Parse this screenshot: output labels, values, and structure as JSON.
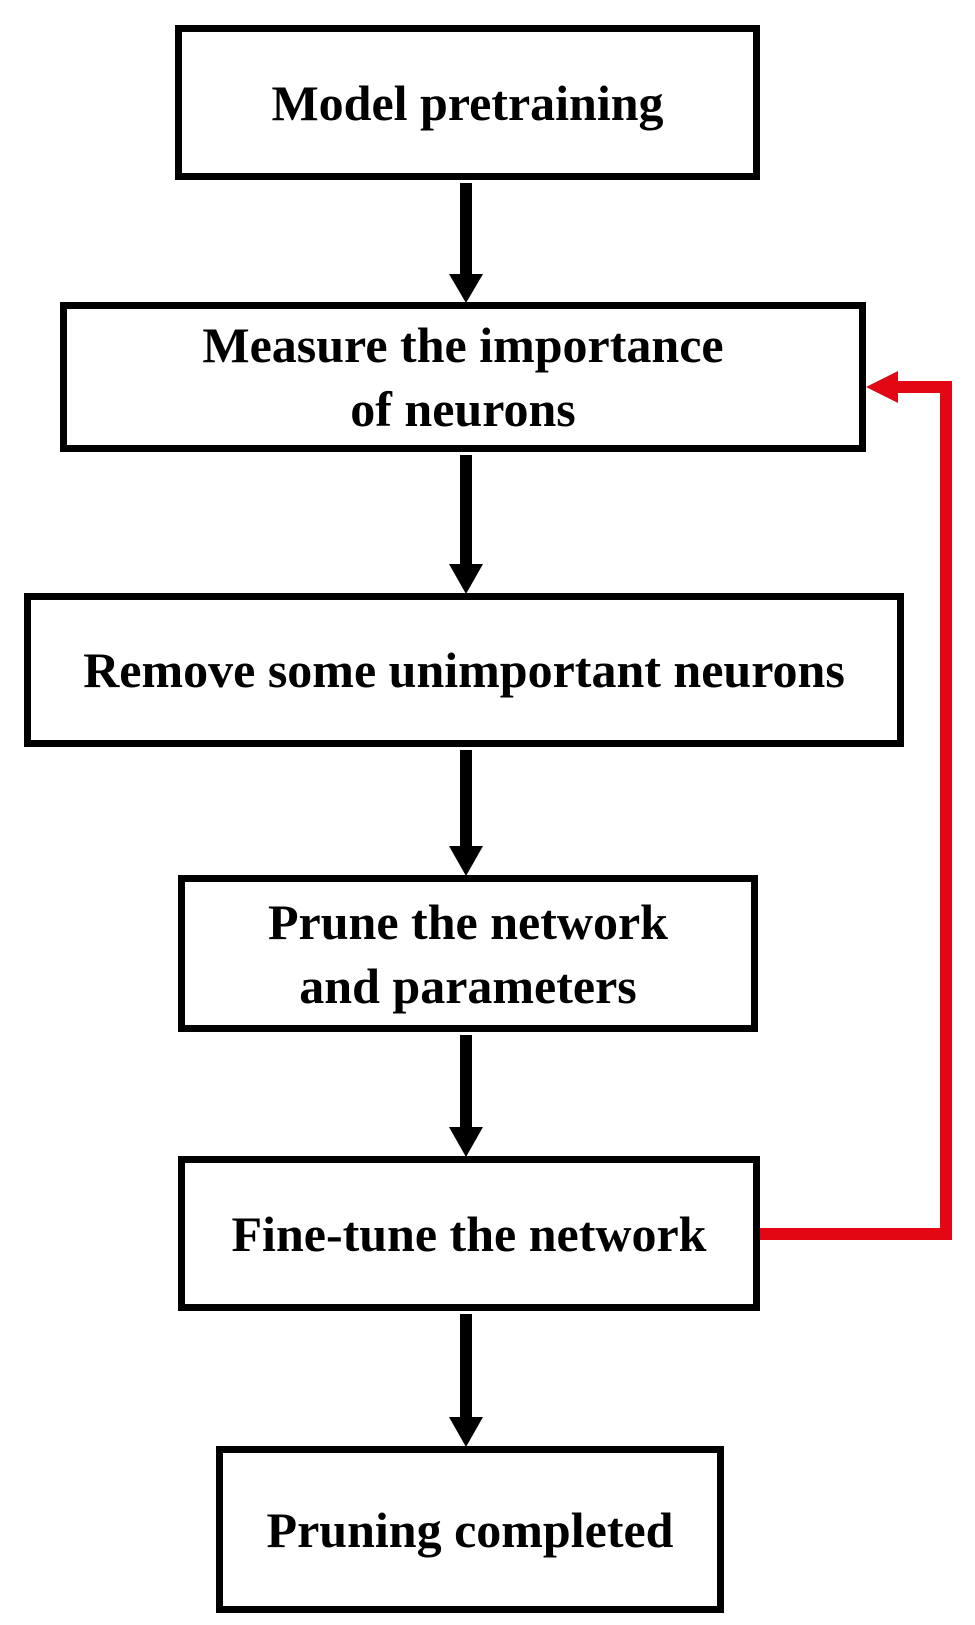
{
  "diagram": {
    "type": "flowchart",
    "colors": {
      "background": "#ffffff",
      "box_border": "#000000",
      "box_fill": "#ffffff",
      "text": "#000000",
      "arrow": "#000000",
      "feedback_arrow": "#e30613"
    },
    "nodes": [
      {
        "id": "model-pretraining",
        "lines": [
          "Model pretraining"
        ]
      },
      {
        "id": "measure-importance",
        "lines": [
          "Measure the importance",
          "of neurons"
        ]
      },
      {
        "id": "remove-neurons",
        "lines": [
          "Remove some unimportant neurons"
        ]
      },
      {
        "id": "prune-network",
        "lines": [
          "Prune the network",
          "and parameters"
        ]
      },
      {
        "id": "fine-tune",
        "lines": [
          "Fine-tune the network"
        ]
      },
      {
        "id": "pruning-completed",
        "lines": [
          "Pruning completed"
        ]
      }
    ],
    "edges": [
      {
        "from": "model-pretraining",
        "to": "measure-importance",
        "style": "solid-black"
      },
      {
        "from": "measure-importance",
        "to": "remove-neurons",
        "style": "solid-black"
      },
      {
        "from": "remove-neurons",
        "to": "prune-network",
        "style": "solid-black"
      },
      {
        "from": "prune-network",
        "to": "fine-tune",
        "style": "solid-black"
      },
      {
        "from": "fine-tune",
        "to": "pruning-completed",
        "style": "solid-black"
      },
      {
        "from": "fine-tune",
        "to": "measure-importance",
        "style": "feedback-red"
      }
    ]
  }
}
